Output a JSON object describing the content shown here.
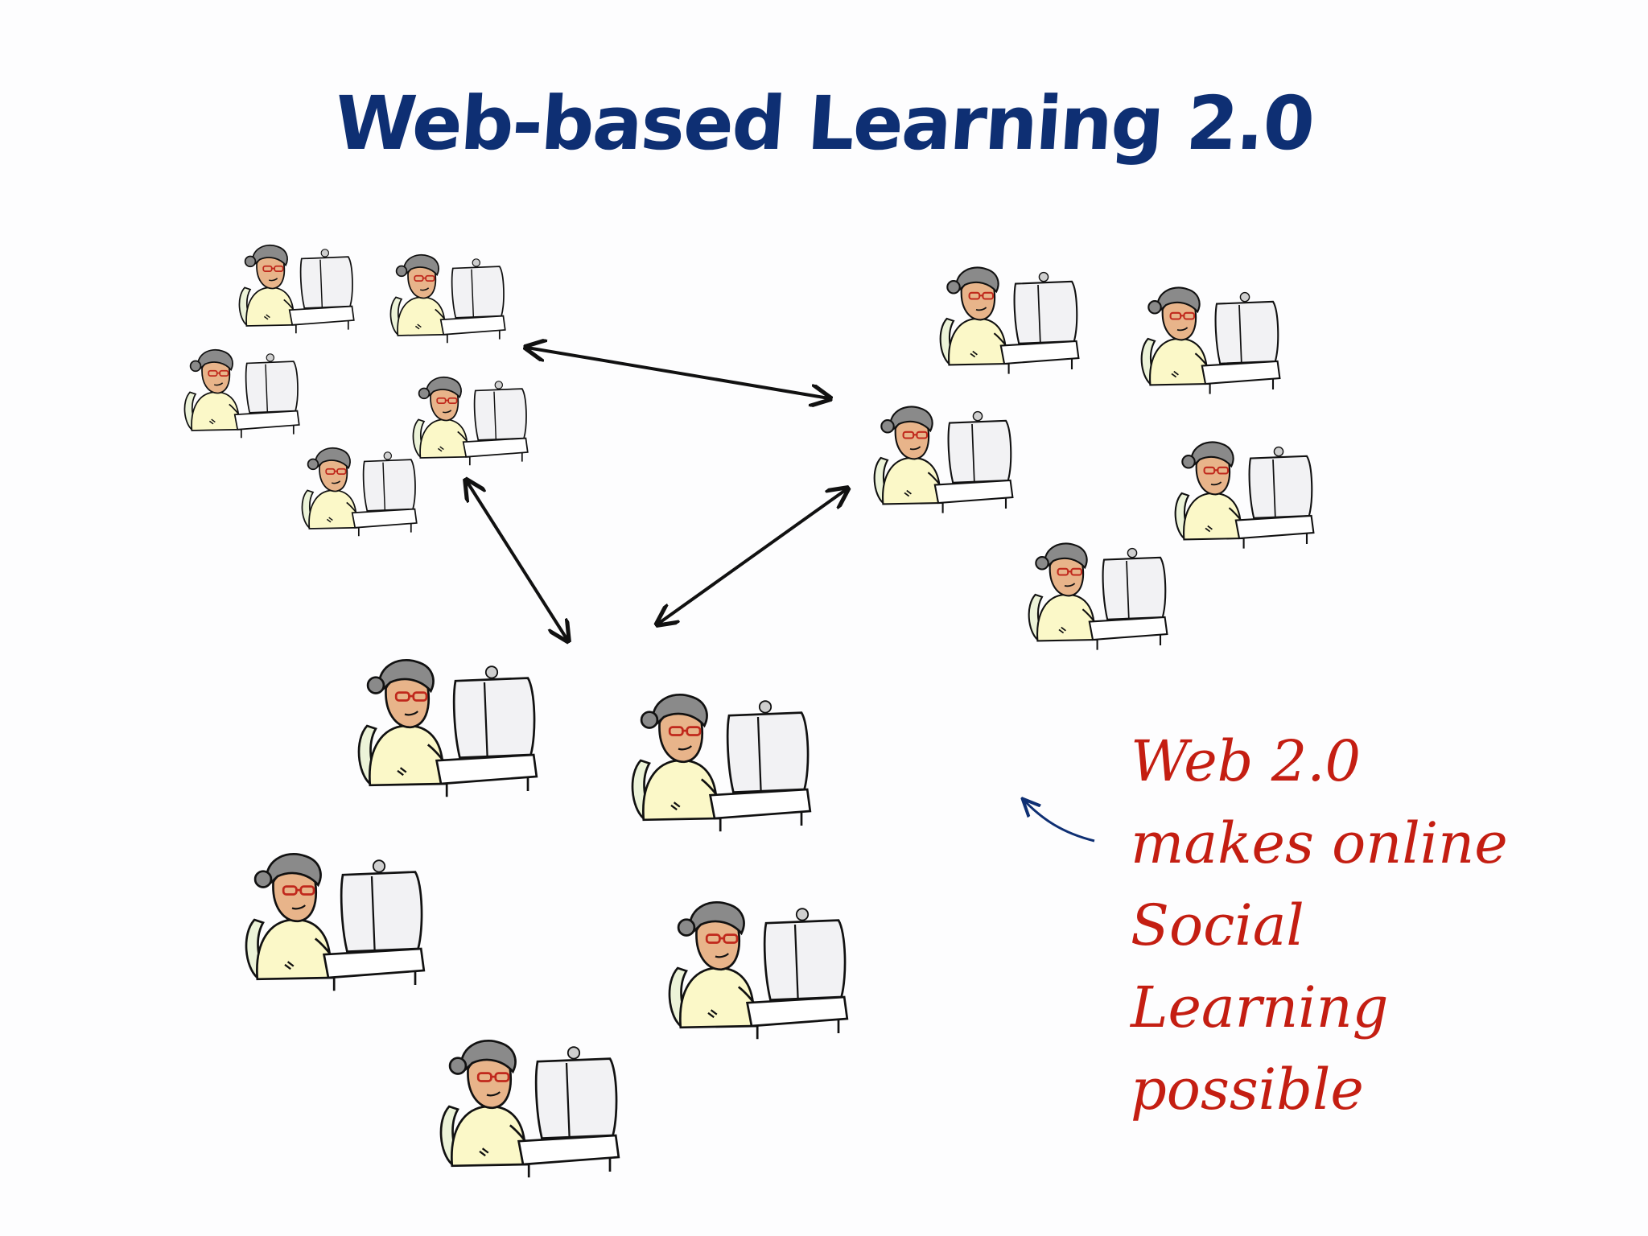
{
  "title": "Web-based Learning 2.0",
  "caption_lines": [
    "Web 2.0",
    "makes online",
    "Social",
    "Learning",
    "possible"
  ],
  "colors": {
    "title": "#0e2f73",
    "caption": "#c41e12",
    "pointer_arrow": "#0e2f73",
    "connector_arrows": "#111111",
    "skin": "#e8b48a",
    "shirt": "#fbf8c8",
    "hair": "#8a8a8a",
    "computer": "#f2f2f4"
  },
  "groups": [
    {
      "name": "top-left-group",
      "learners": 5
    },
    {
      "name": "top-right-group",
      "learners": 5
    },
    {
      "name": "bottom-group",
      "learners": 5
    }
  ]
}
